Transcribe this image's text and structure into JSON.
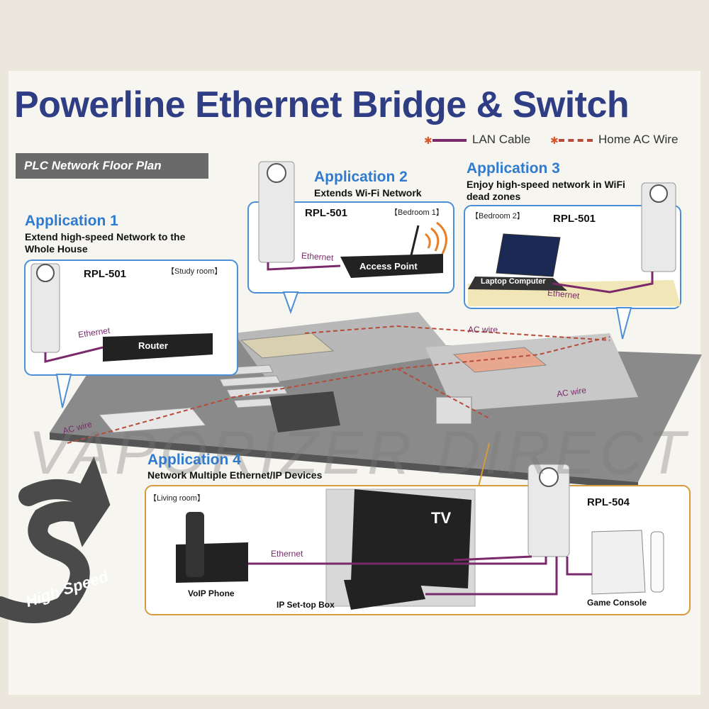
{
  "title": "Powerline Ethernet Bridge & Switch",
  "legend": {
    "lan": "LAN Cable",
    "ac": "Home AC Wire"
  },
  "floor_plan_label": "PLC Network Floor Plan",
  "apps": [
    {
      "title": "Application 1",
      "desc": "Extend high-speed Network to the Whole House",
      "room": "【Study room】",
      "model": "RPL-501"
    },
    {
      "title": "Application 2",
      "desc": "Extends Wi-Fi Network",
      "room": "【Bedroom 1】",
      "model": "RPL-501"
    },
    {
      "title": "Application 3",
      "desc": "Enjoy high-speed network in WiFi dead zones",
      "room": "【Bedroom 2】",
      "model": "RPL-501"
    },
    {
      "title": "Application 4",
      "desc": "Network Multiple Ethernet/IP Devices",
      "room": "【Living room】",
      "model": "RPL-504"
    }
  ],
  "devices": {
    "router": "Router",
    "access_point": "Access Point",
    "laptop": "Laptop Computer",
    "tv": "TV",
    "voip": "VoIP Phone",
    "settop": "IP Set-top Box",
    "console": "Game Console"
  },
  "wire_labels": {
    "ethernet": "Ethernet",
    "ac": "AC wire"
  },
  "watermark": "VAPORIZER DIRECT",
  "high_speed": "High Speed",
  "colors": {
    "title": "#2f3d84",
    "app_title": "#2f7bd0",
    "lan": "#7a2a6b",
    "ac": "#b84a3a",
    "panel_border": "#4c8fd6",
    "panel4_border": "#d49a3c"
  }
}
